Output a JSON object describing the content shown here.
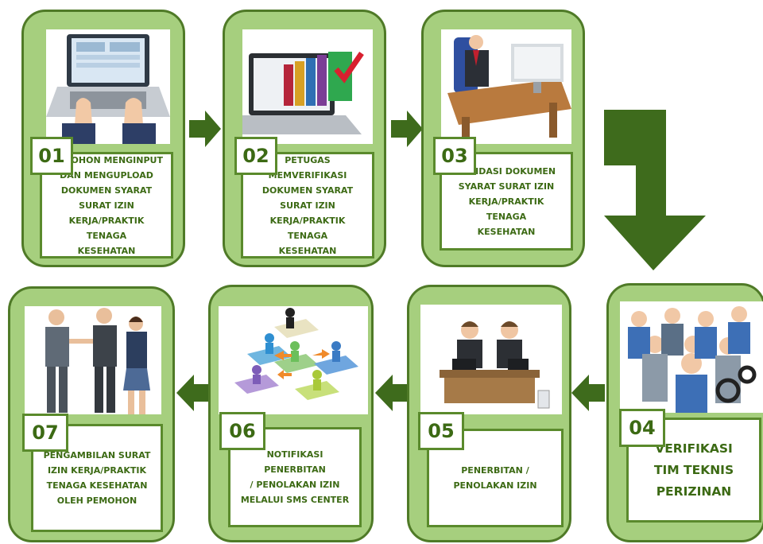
{
  "colors": {
    "card_fill": "#a6cf7e",
    "card_border": "#4f7a27",
    "arrow": "#3e6b1c",
    "text": "#3c6a14"
  },
  "steps": [
    {
      "number": "01",
      "text": "PEMOHON MENGINPUT\nDAN MENGUPLOAD\nDOKUMEN SYARAT\nSURAT IZIN\nKERJA/PRAKTIK  TENAGA\nKESEHATAN",
      "image": "laptop-typing-icon"
    },
    {
      "number": "02",
      "text": "PETUGAS\nMEMVERIFIKASI\nDOKUMEN SYARAT\nSURAT IZIN\nKERJA/PRAKTIK  TENAGA\nKESEHATAN",
      "image": "laptop-folders-icon"
    },
    {
      "number": "03",
      "text": "VALIDASI DOKUMEN\nSYARAT SURAT IZIN\nKERJA/PRAKTIK  TENAGA\nKESEHATAN",
      "image": "officer-desk-icon"
    },
    {
      "number": "04",
      "text": "VERIFIKASI\nTIM TEKNIS\nPERIZINAN",
      "image": "team-gears-icon"
    },
    {
      "number": "05",
      "text": "PENERBITAN  /\nPENOLAKAN IZIN",
      "image": "officials-desk-icon"
    },
    {
      "number": "06",
      "text": "NOTIFIKASI PENERBITAN\n/  PENOLAKAN IZIN\nMELALUI SMS CENTER",
      "image": "network-people-icon"
    },
    {
      "number": "07",
      "text": "PENGAMBILAN SURAT\nIZIN KERJA/PRAKTIK\nTENAGA KESEHATAN\nOLEH PEMOHON",
      "image": "handshake-icon"
    }
  ]
}
